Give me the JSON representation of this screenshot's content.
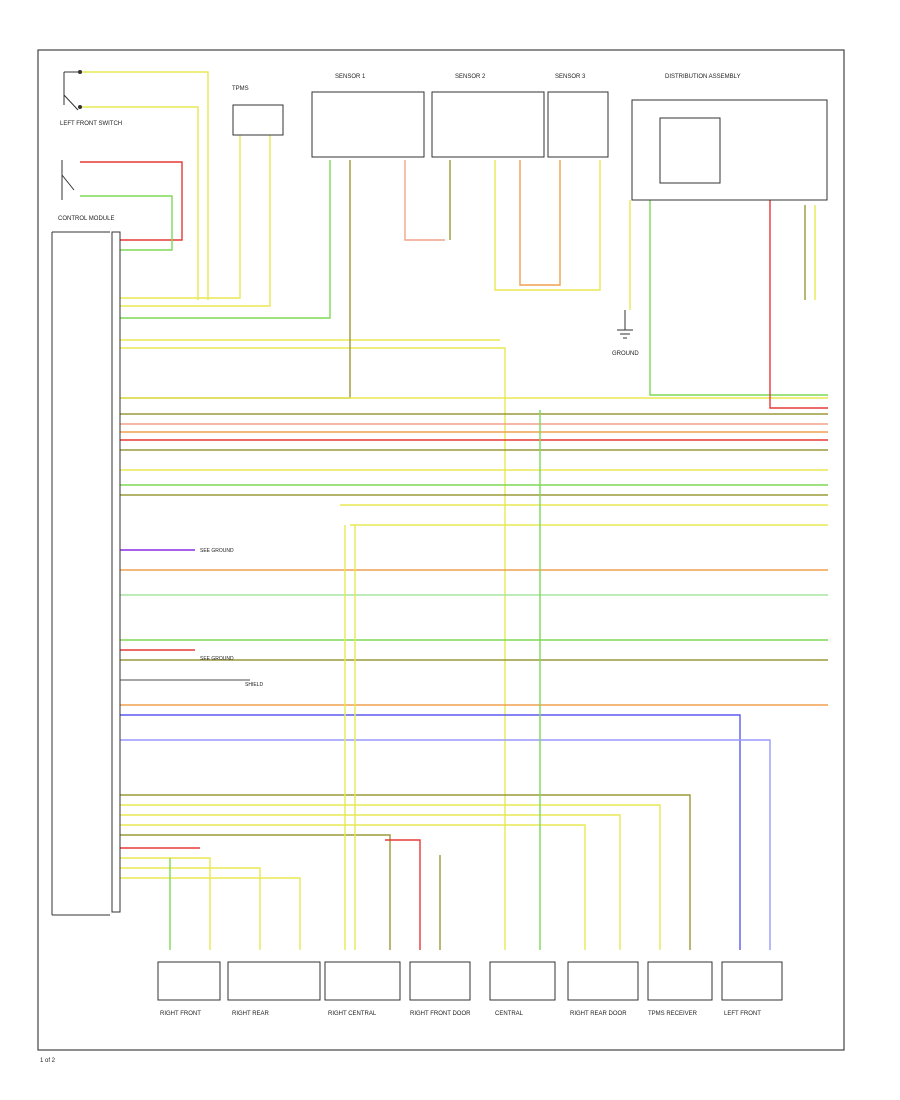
{
  "wire_colors": {
    "yellow": "#e8e855",
    "green": "#7ed957",
    "olive": "#9a9a3a",
    "red": "#e53935",
    "orange": "#f0a050",
    "salmon": "#f4a28c",
    "blue": "#5a5af0",
    "lightblue": "#9999ff",
    "violet": "#8a2be2",
    "lightgreen": "#a8e6a0",
    "gray": "#888888"
  },
  "components": [
    {
      "id": "switch",
      "label": "LEFT FRONT SWITCH"
    },
    {
      "id": "tpms",
      "label": "TPMS"
    },
    {
      "id": "sensor1",
      "label": "SENSOR 1"
    },
    {
      "id": "sensor2",
      "label": "SENSOR 2"
    },
    {
      "id": "sensor3",
      "label": "SENSOR 3"
    },
    {
      "id": "distribution",
      "label": "DISTRIBUTION ASSEMBLY"
    },
    {
      "id": "module",
      "label": "CONTROL MODULE"
    },
    {
      "id": "ground",
      "label": "GROUND"
    },
    {
      "id": "b1",
      "label": "RIGHT FRONT"
    },
    {
      "id": "b2",
      "label": "RIGHT REAR"
    },
    {
      "id": "b3",
      "label": "RIGHT CENTRAL"
    },
    {
      "id": "b4",
      "label": "RIGHT FRONT DOOR"
    },
    {
      "id": "b5",
      "label": "CENTRAL"
    },
    {
      "id": "b6",
      "label": "RIGHT REAR DOOR"
    },
    {
      "id": "b7",
      "label": "TPMS RECEIVER"
    },
    {
      "id": "b8",
      "label": "LEFT FRONT"
    }
  ],
  "annotations": [
    "SEE GROUND",
    "SEE GROUND",
    "SHIELD"
  ],
  "page_label": "1 of 2"
}
